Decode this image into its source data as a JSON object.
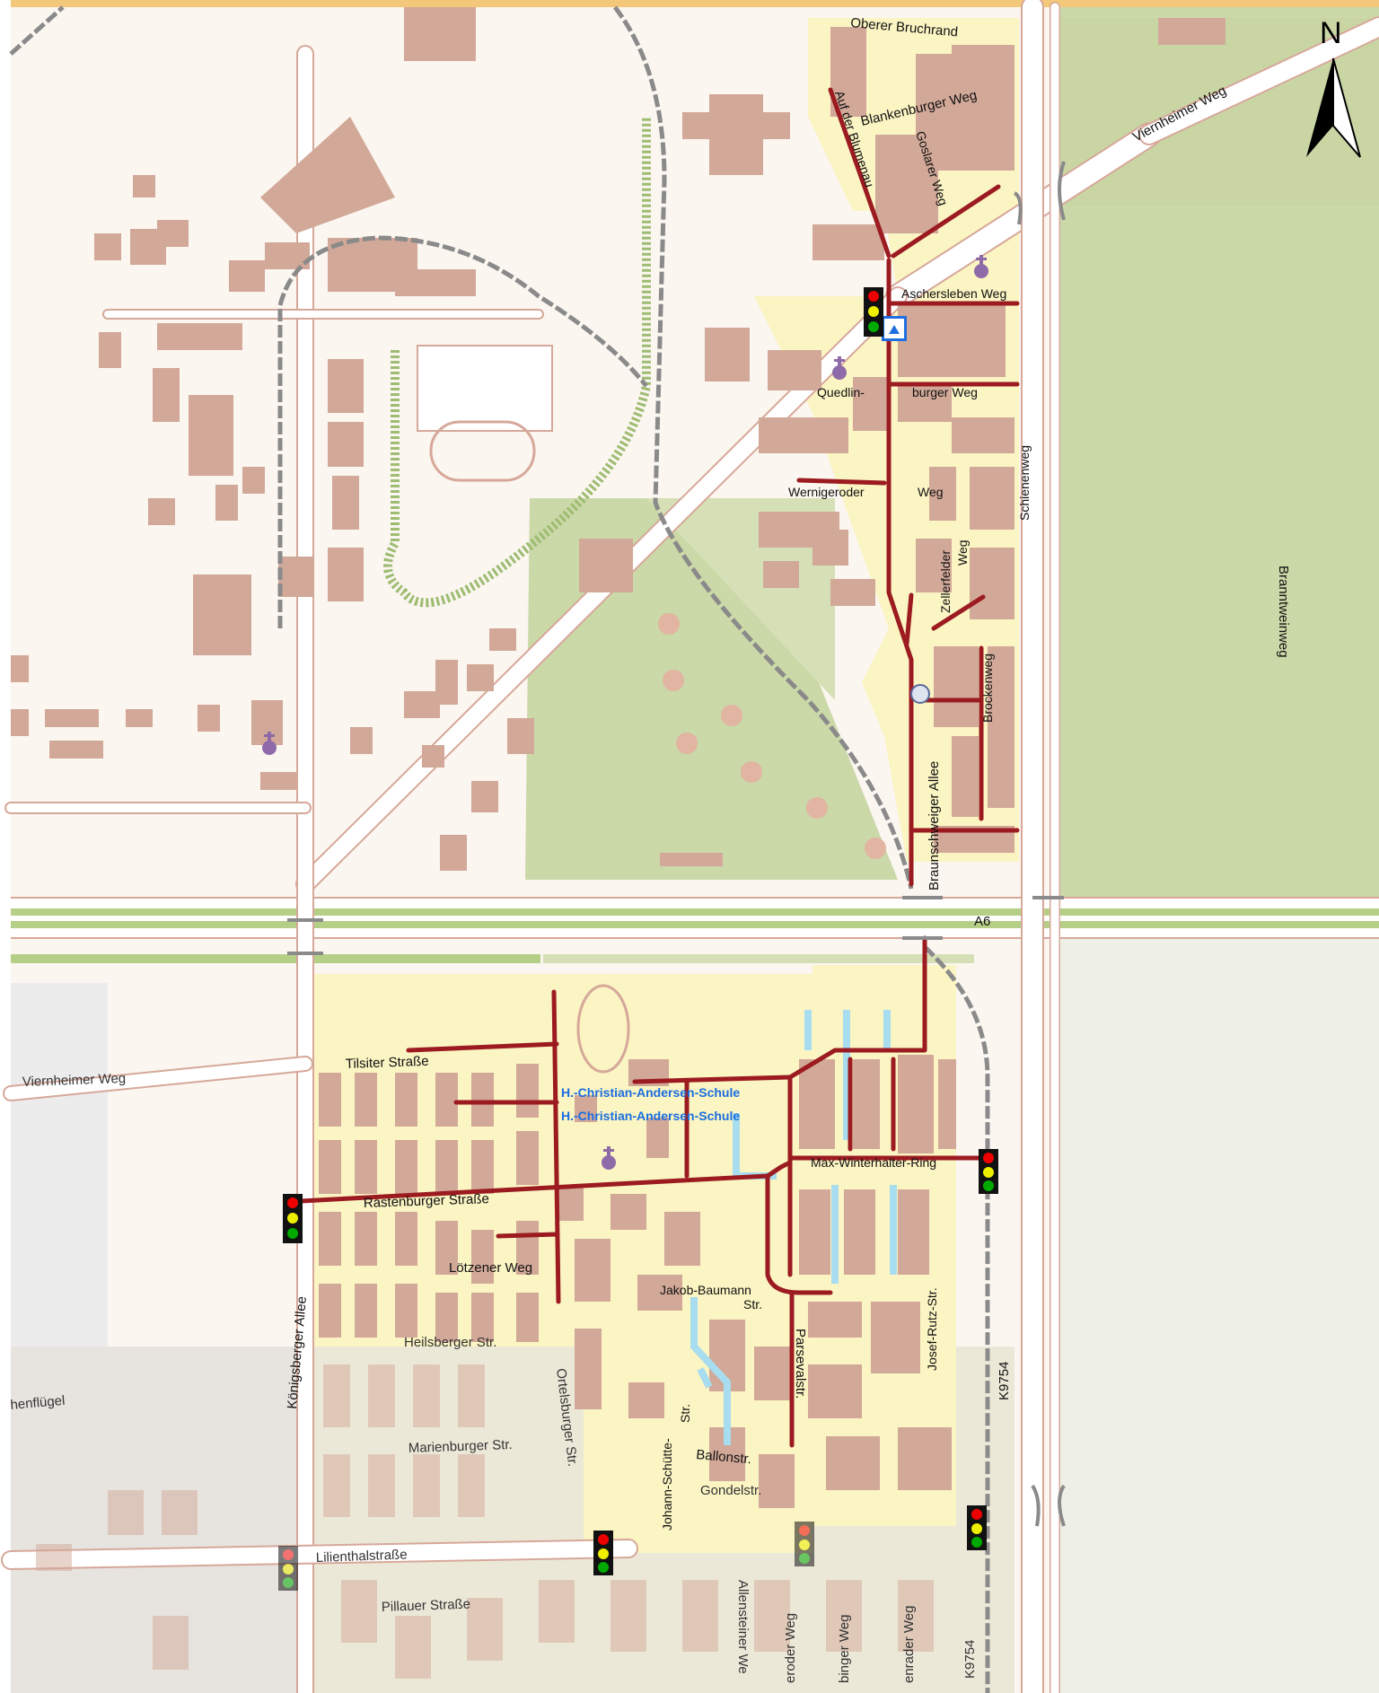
{
  "map": {
    "north_label": "N",
    "colors": {
      "building": "#d2a898",
      "green_area": "#cbd8a8",
      "residential_zone": "#fbf4c3",
      "route": "#9b1b20",
      "rail": "#8a8a8a",
      "footpath": "#a8dcef",
      "highway": "#b6cf86"
    },
    "streets": {
      "obere_bruchrand": "Oberer Bruchrand",
      "blankenburger": "Blankenburger Weg",
      "auf_der_blumenau": "Auf der Blumenau",
      "goslarer": "Goslarer Weg",
      "viernheimer_north": "Viernheimer Weg",
      "aschersleben": "Aschersleben Weg",
      "quedlin": "Quedlin-",
      "burger_weg": "burger Weg",
      "wernigeroder": "Wernigeroder",
      "weg": "Weg",
      "schienenweg": "Schienenweg",
      "zellerfelder": "Zellerfelder",
      "zellerfelder_weg": "Weg",
      "brockenweg": "Brockenweg",
      "branntweinweg": "Branntweinweg",
      "braunschweiger": "Braunschweiger Allee",
      "a6": "A6",
      "viernheimer_west": "Viernheimer Weg",
      "tilsiter": "Tilsiter Straße",
      "school": "H.-Christian-Andersen-Schule",
      "max_winterhalter": "Max-Winterhalter-Ring",
      "rastenburger": "Rastenburger Straße",
      "loetzener": "Lötzener Weg",
      "jakob_baumann_1": "Jakob-Baumann",
      "jakob_baumann_2": "Str.",
      "josef_rutz": "Josef-Rutz-Str.",
      "parsevalstr": "Parsevalstr.",
      "heilsberger": "Heilsberger Str.",
      "ortelsburger": "Ortelsburger Str.",
      "johann_schuette_1": "Johann-Schütte-",
      "johann_schuette_2": "Str.",
      "ballonstr": "Ballonstr.",
      "gondelstr": "Gondelstr.",
      "marienburger": "Marienburger Str.",
      "koenigsberger": "Königsberger Allee",
      "k9754_1": "K9754",
      "k9754_2": "K9754",
      "henfluegel": "henflügel",
      "lilienthal": "Lilienthalstraße",
      "pillauer": "Pillauer Straße",
      "allensteiner": "Allensteiner We",
      "eroder": "eroder Weg",
      "bing": "binger Weg",
      "enrader": "enrader Weg"
    }
  }
}
